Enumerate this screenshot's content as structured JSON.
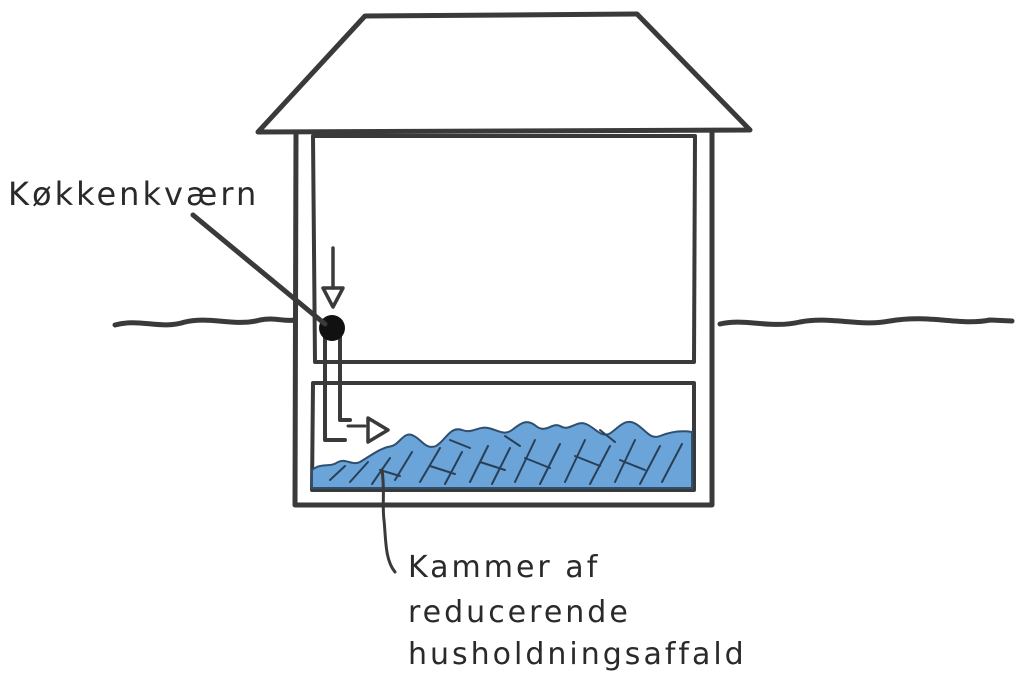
{
  "diagram": {
    "labels": {
      "grinder": "Køkkenkværn",
      "chamber_line1": "Kammer af",
      "chamber_line2": "reducerende",
      "chamber_line3": "husholdningsaffald"
    },
    "colors": {
      "ink": "#3a3a3a",
      "waste": "#6aa4d8",
      "waste_dark": "#2f6fa8",
      "background": "#ffffff"
    },
    "icons": [
      "house-outline",
      "ground-line",
      "sink-grinder-dot",
      "pipe-arrow",
      "waste-pile"
    ]
  }
}
